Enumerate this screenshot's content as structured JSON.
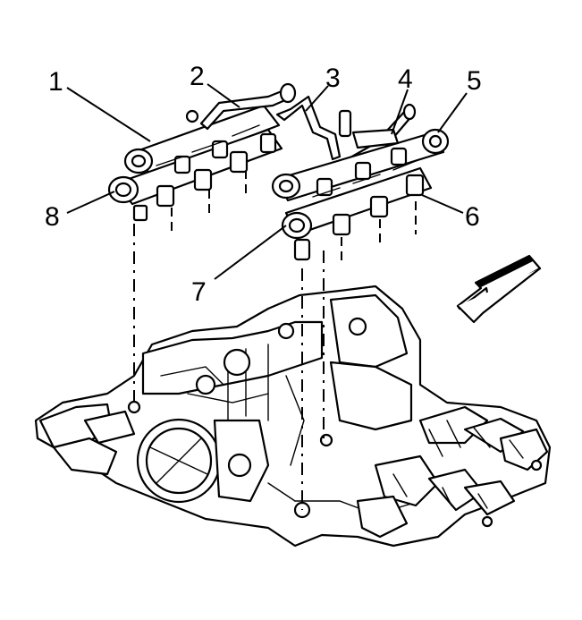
{
  "diagram": {
    "callouts": [
      {
        "id": "1",
        "text": "1"
      },
      {
        "id": "2",
        "text": "2"
      },
      {
        "id": "3",
        "text": "3"
      },
      {
        "id": "4",
        "text": "4"
      },
      {
        "id": "5",
        "text": "5"
      },
      {
        "id": "6",
        "text": "6"
      },
      {
        "id": "7",
        "text": "7"
      },
      {
        "id": "8",
        "text": "8"
      }
    ]
  }
}
